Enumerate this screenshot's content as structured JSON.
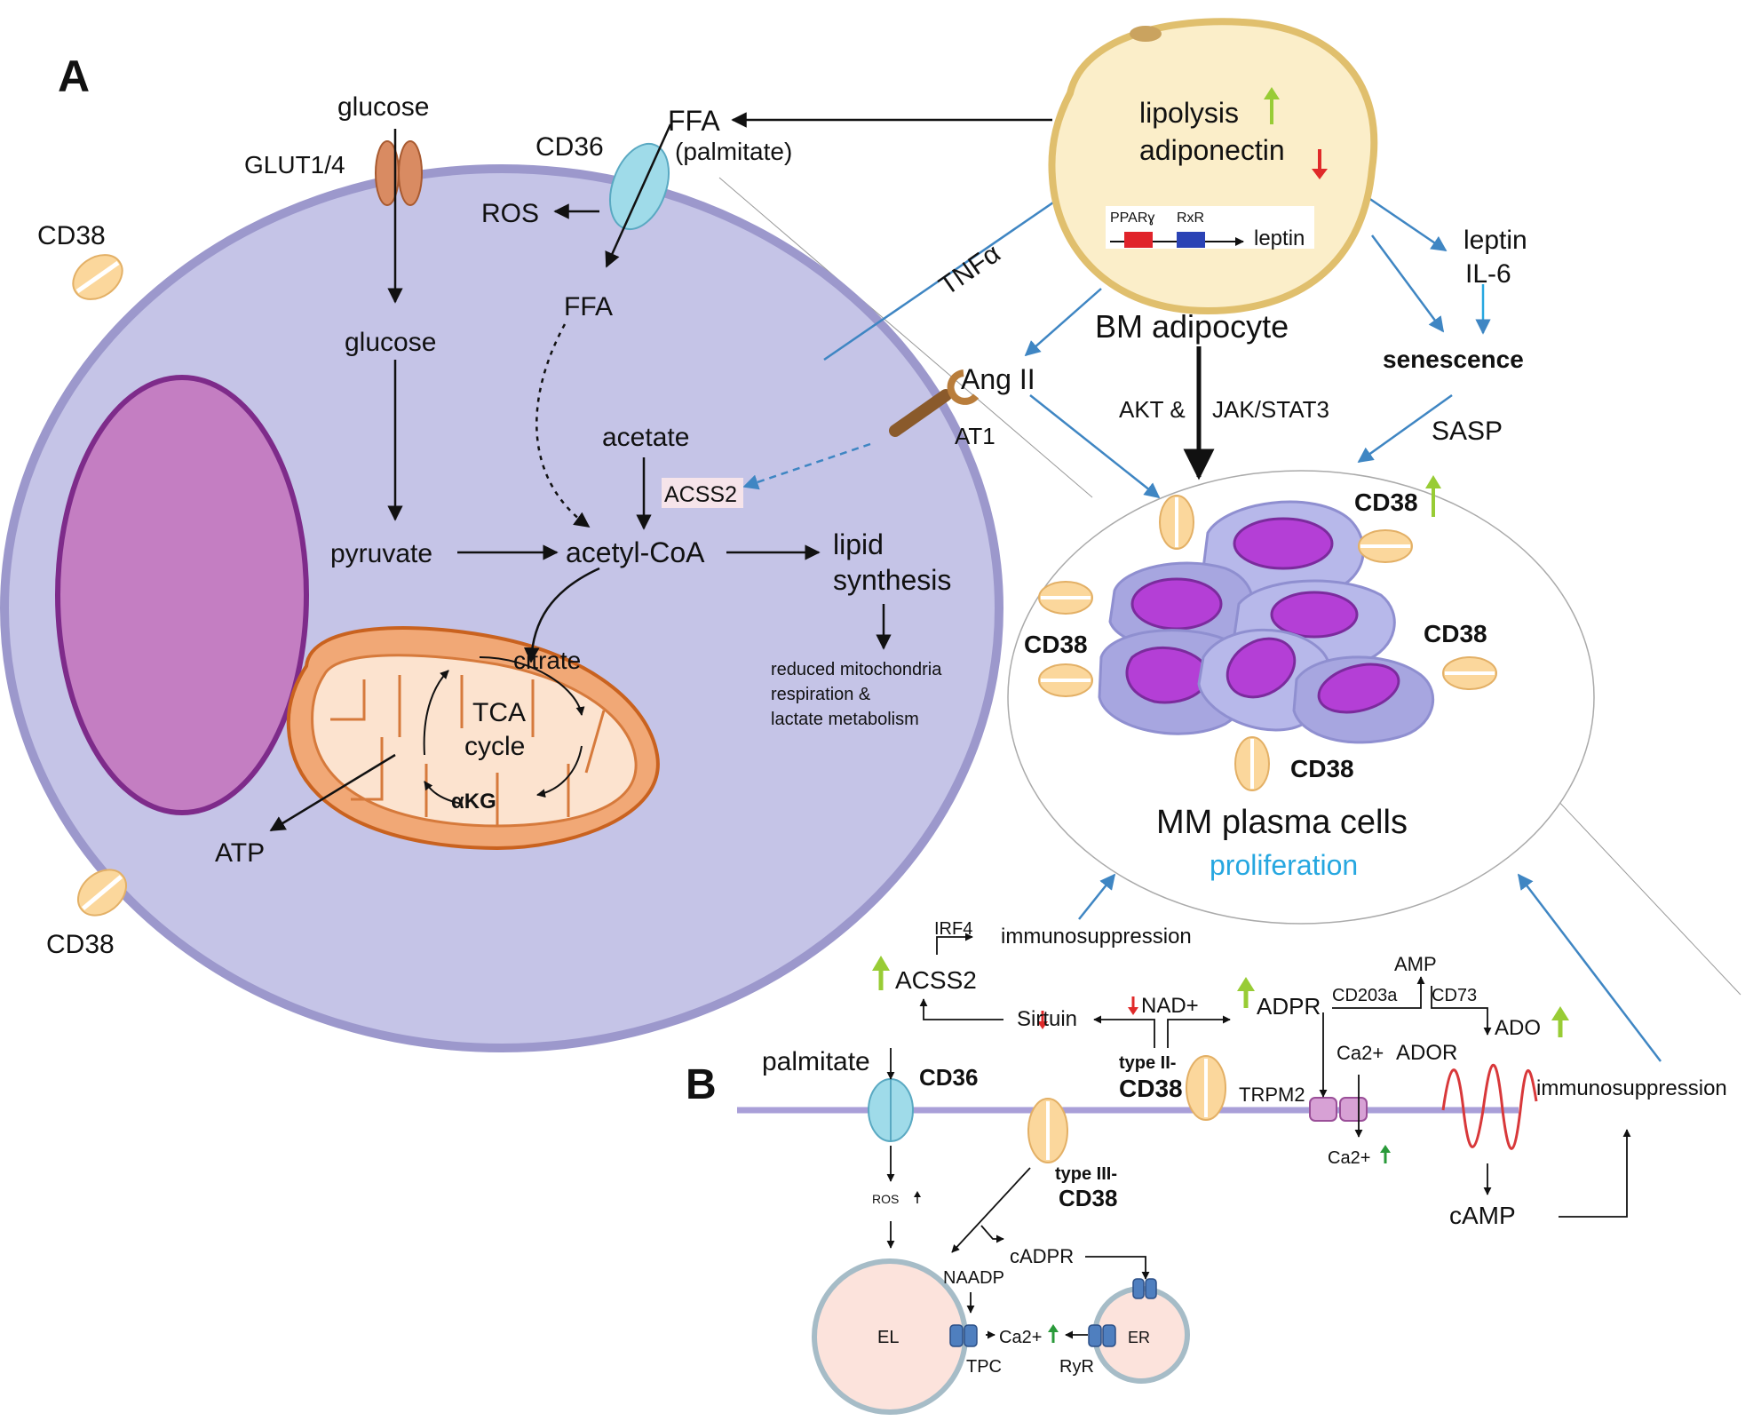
{
  "panel_a": {
    "label": "A",
    "glucose_top": "glucose",
    "glut": "GLUT1/4",
    "cd36": "CD36",
    "ffa_top": "FFA",
    "palmitate": "(palmitate)",
    "ros": "ROS",
    "ffa": "FFA",
    "glucose": "glucose",
    "acetate": "acetate",
    "acss2": "ACSS2",
    "pyruvate": "pyruvate",
    "acetyl_coa": "acetyl-CoA",
    "lipid": "lipid",
    "synthesis": "synthesis",
    "reduced_1": "reduced mitochondria",
    "reduced_2": "respiration &",
    "reduced_3": "lactate metabolism",
    "citrate": "citrate",
    "tca": "TCA",
    "cycle": "cycle",
    "akg": "αKG",
    "atp": "ATP",
    "cd38_tl": "CD38",
    "cd38_bl": "CD38"
  },
  "adipocyte": {
    "lipolysis": "lipolysis",
    "adiponectin": "adiponectin",
    "ppar": "PPARɣ",
    "rxr": "RxR",
    "leptin_gene": "leptin",
    "name": "BM adipocyte",
    "tnfa": "TNFα",
    "leptin": "leptin",
    "il6": "IL-6",
    "senescence": "senescence",
    "sasp": "SASP",
    "ang2": "Ang II",
    "at1": "AT1",
    "akt": "AKT &",
    "jak": "JAK/STAT3"
  },
  "mm": {
    "cd38_top": "CD38",
    "cd38_left": "CD38",
    "cd38_right": "CD38",
    "cd38_bottom": "CD38",
    "title": "MM plasma cells",
    "proliferation": "proliferation"
  },
  "panel_b": {
    "label": "B",
    "irf4": "IRF4",
    "immunosuppression_1": "immunosuppression",
    "acss2": "ACSS2",
    "sirtuin": "Sirtuin",
    "nad": "NAD+",
    "adpr": "ADPR",
    "amp": "AMP",
    "cd203a": "CD203a",
    "cd73": "CD73",
    "ado": "ADO",
    "palmitate": "palmitate",
    "cd36": "CD36",
    "type2": "type II-",
    "cd38_2": "CD38",
    "trpm2": "TRPM2",
    "ca_a": "Ca2+",
    "ador": "ADOR",
    "immunosuppression_2": "immunosuppression",
    "ca_b": "Ca2+",
    "ros": "ROS",
    "type3": "type III-",
    "cd38_3": "CD38",
    "camp": "cAMP",
    "cadpr": "cADPR",
    "naadp": "NAADP",
    "el": "EL",
    "ca_c": "Ca2+",
    "er": "ER",
    "tpc": "TPC",
    "ryr": "RyR"
  },
  "colors": {
    "cell_fill": "#c5c4e7",
    "cell_border": "#9c98cc",
    "nucleus": "#c47ec2",
    "mito_outer": "#f1a876",
    "adipocyte": "#fbeec9",
    "cd38": "#fbd79c",
    "cd36": "#9fdbe9",
    "arrow_blue": "#3f86c3",
    "green_up": "#98cc35",
    "red_down": "#e02a2a",
    "proliferation": "#26a7e0"
  }
}
